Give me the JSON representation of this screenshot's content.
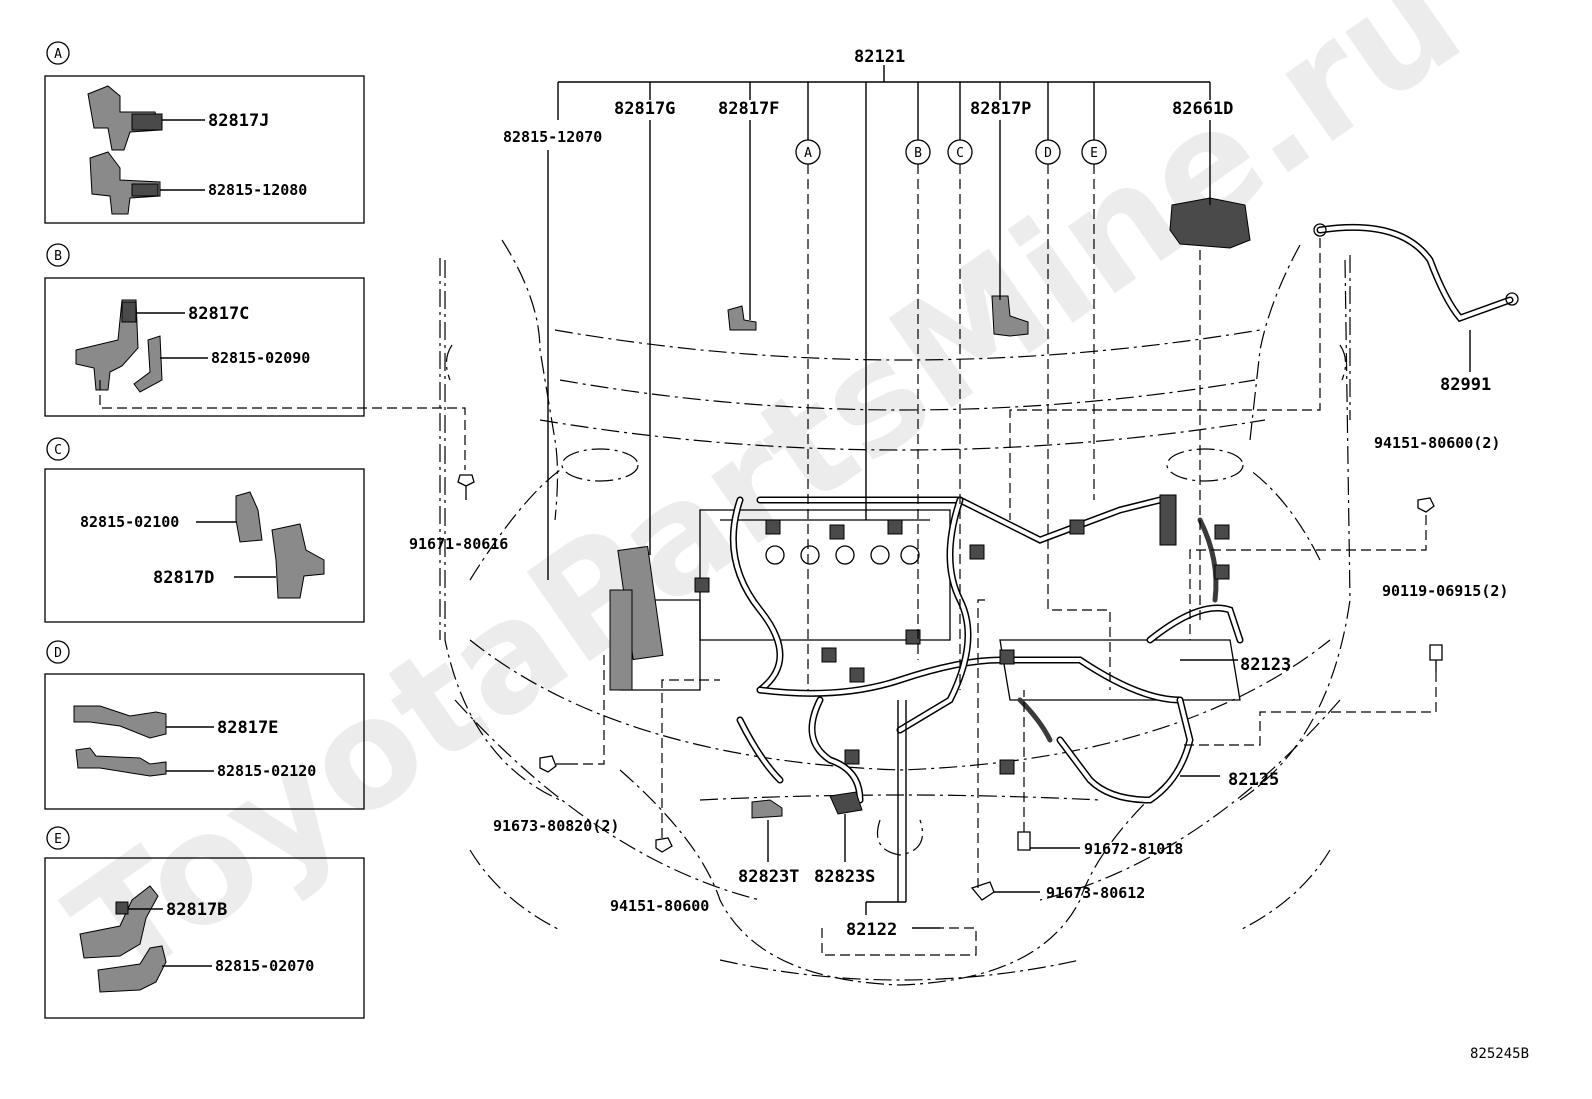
{
  "watermark": "ToyotaPartsMine.ru",
  "diagram_code": "825245B",
  "insets": [
    {
      "key": "A",
      "parts": [
        "82817J",
        "82815-12080"
      ]
    },
    {
      "key": "B",
      "parts": [
        "82817C",
        "82815-02090"
      ]
    },
    {
      "key": "C",
      "parts": [
        "82815-02100",
        "82817D"
      ]
    },
    {
      "key": "D",
      "parts": [
        "82817E",
        "82815-02120"
      ]
    },
    {
      "key": "E",
      "parts": [
        "82817B",
        "82815-02070"
      ]
    }
  ],
  "main_callouts": {
    "harness_main": "82121",
    "clamp_12070": "82815-12070",
    "clamp_g": "82817G",
    "clamp_f": "82817F",
    "clamp_p": "82817P",
    "relay_block": "82661D",
    "wire_82991": "82991",
    "bolt_94151_2": "94151-80600(2)",
    "bolt_90119_2": "90119-06915(2)",
    "bolt_91671": "91671-80616",
    "harness_82123": "82123",
    "harness_82125": "82125",
    "bolt_91673_820": "91673-80820(2)",
    "bolt_91672": "91672-81018",
    "bolt_94151": "94151-80600",
    "bolt_91673_612": "91673-80612",
    "connector_t": "82823T",
    "connector_s": "82823S",
    "harness_82122": "82122"
  },
  "ref_markers": [
    "A",
    "B",
    "C",
    "D",
    "E"
  ]
}
